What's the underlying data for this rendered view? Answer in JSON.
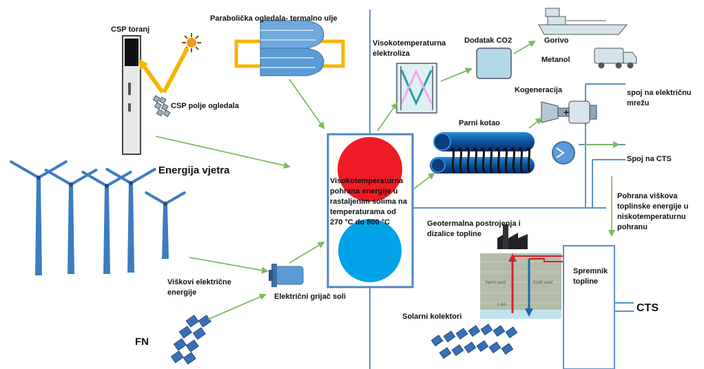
{
  "labels": {
    "csp_tower": "CSP toranj",
    "parabolic": "Parabolička ogledala- termalno ulje",
    "csp_field": "CSP polje ogledala",
    "wind": "Energija vjetra",
    "surplus": [
      "Viškovi električne",
      "energije"
    ],
    "pv": "FN",
    "heater": "Električni grijač soli",
    "storage": [
      "Visokotemperaturna",
      "pohrana energije u",
      "rastaljenim solima na",
      "temperaturama od",
      "270 °C do 800 °C"
    ],
    "electrolysis": [
      "Visokotemperaturna",
      "elektroliza"
    ],
    "co2": "Dodatak CO2",
    "fuel": "Gorivo",
    "methanol": "Metanol",
    "cogeneration": "Kogeneracija",
    "grid": [
      "spoj na električnu",
      "mrežu"
    ],
    "boiler": "Parni kotao",
    "cts_link": "Spoj na CTS",
    "surplus_heat": [
      "Pohrana viškova",
      "toplinske energije u",
      "niskotemperaturnu",
      "pohranu"
    ],
    "geothermal": [
      "Geotermalna postrojenja i",
      "dizalice topline"
    ],
    "heat_tank": [
      "Spremnik",
      "topline"
    ],
    "cts": "CTS",
    "solar_collectors": "Solarni kolektori",
    "warm_water": "Varmt vand",
    "cold_water": "Koldt vand",
    "depth": "1 km"
  },
  "colors": {
    "line_blue": "#5b8fc9",
    "arrow_green": "#7dbb5a",
    "hot_salt": "#ee1c25",
    "cold_salt": "#00a2e8",
    "mirror_yellow": "#f7b500",
    "turbine_blue": "#3d7cc0"
  }
}
